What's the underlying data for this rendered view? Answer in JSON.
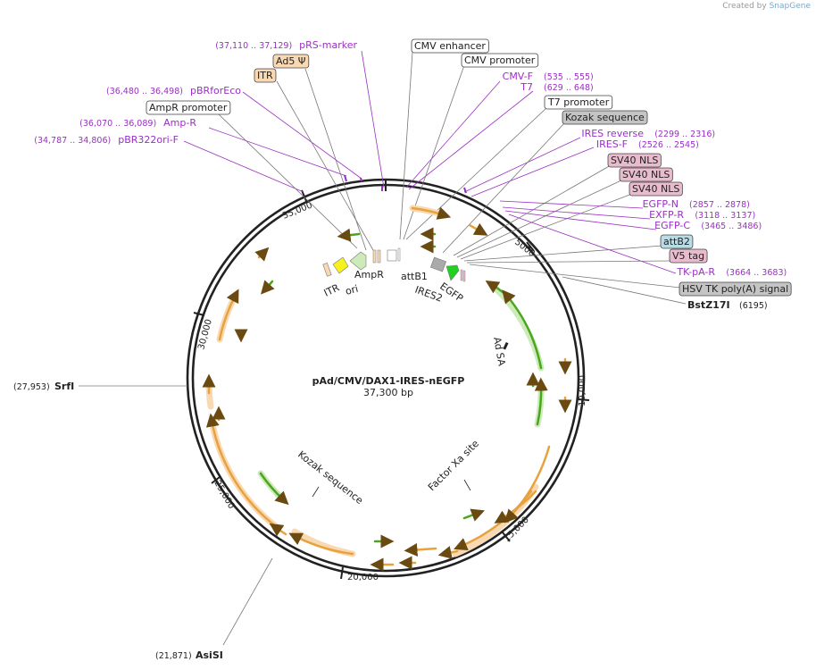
{
  "credit": {
    "prefix": "Created by",
    "brand": "SnapGene"
  },
  "map": {
    "name": "pAd/CMV/DAX1-IRES-nEGFP",
    "length": "37,300 bp"
  },
  "ticks": [
    "5000",
    "10,000",
    "15,000",
    "20,000",
    "25,000",
    "30,000",
    "35,000"
  ],
  "features": [
    {
      "key": "prs",
      "label": "pRS-marker",
      "coord": "(37,110 .. 37,129)",
      "style": "purple"
    },
    {
      "key": "cmvenh",
      "label": "CMV enhancer",
      "style": "box-white"
    },
    {
      "key": "ad5",
      "label": "Ad5 Ψ",
      "style": "box-orange"
    },
    {
      "key": "cmvprom",
      "label": "CMV promoter",
      "style": "box-white"
    },
    {
      "key": "itr",
      "label": "ITR",
      "style": "box-orange"
    },
    {
      "key": "cmvf",
      "label": "CMV-F",
      "coord": "(535 .. 555)",
      "style": "purple"
    },
    {
      "key": "t7",
      "label": "T7",
      "coord": "(629 .. 648)",
      "style": "purple"
    },
    {
      "key": "pbr",
      "label": "pBRforEco",
      "coord": "(36,480 .. 36,498)",
      "style": "purple"
    },
    {
      "key": "t7prom",
      "label": "T7 promoter",
      "style": "box-white"
    },
    {
      "key": "amppromo",
      "label": "AmpR promoter",
      "style": "box-white"
    },
    {
      "key": "kozak",
      "label": "Kozak sequence",
      "style": "box-gray"
    },
    {
      "key": "ampr",
      "label": "Amp-R",
      "coord": "(36,070 .. 36,089)",
      "style": "purple"
    },
    {
      "key": "iresrev",
      "label": "IRES reverse",
      "coord": "(2299 .. 2316)",
      "style": "purple"
    },
    {
      "key": "pbr322",
      "label": "pBR322ori-F",
      "coord": "(34,787 .. 34,806)",
      "style": "purple"
    },
    {
      "key": "iresf",
      "label": "IRES-F",
      "coord": "(2526 .. 2545)",
      "style": "purple"
    },
    {
      "key": "sv1",
      "label": "SV40 NLS",
      "style": "box-pink"
    },
    {
      "key": "sv2",
      "label": "SV40 NLS",
      "style": "box-pink"
    },
    {
      "key": "sv3",
      "label": "SV40 NLS",
      "style": "box-pink"
    },
    {
      "key": "egfpn",
      "label": "EGFP-N",
      "coord": "(2857 .. 2878)",
      "style": "purple"
    },
    {
      "key": "exfpr",
      "label": "EXFP-R",
      "coord": "(3118 .. 3137)",
      "style": "purple"
    },
    {
      "key": "egfpc",
      "label": "EGFP-C",
      "coord": "(3465 .. 3486)",
      "style": "purple"
    },
    {
      "key": "attb2",
      "label": "attB2",
      "style": "box-teal"
    },
    {
      "key": "v5",
      "label": "V5 tag",
      "style": "box-pink"
    },
    {
      "key": "tkpar",
      "label": "TK-pA-R",
      "coord": "(3664 .. 3683)",
      "style": "purple"
    },
    {
      "key": "hsv",
      "label": "HSV TK poly(A) signal",
      "style": "box-gray"
    }
  ],
  "sites": [
    {
      "key": "bst",
      "label": "BstZ17I",
      "coord": "(6195)"
    },
    {
      "key": "srf",
      "label": "SrfI",
      "coord": "(27,953)"
    },
    {
      "key": "asi",
      "label": "AsiSI",
      "coord": "(21,871)"
    }
  ],
  "inner_labels": {
    "itr": "ITR",
    "ori": "ori",
    "ampr": "AmpR",
    "attb1": "attB1",
    "ires2": "IRES2",
    "egfp": "EGFP",
    "adsa": "Ad SA",
    "kozak": "Kozak sequence",
    "factorxa": "Factor Xa site"
  },
  "colors": {
    "purple": "#9a2fc4",
    "orange_box": "#f9d9b3",
    "pink_box": "#e8bccd",
    "teal_box": "#b8dde6",
    "gray_box": "#c4c4c4",
    "orf_orange": "#e8a23b",
    "orf_green": "#4aa61e",
    "egfp_green": "#22d022",
    "ori_yellow": "#f7f21e"
  }
}
